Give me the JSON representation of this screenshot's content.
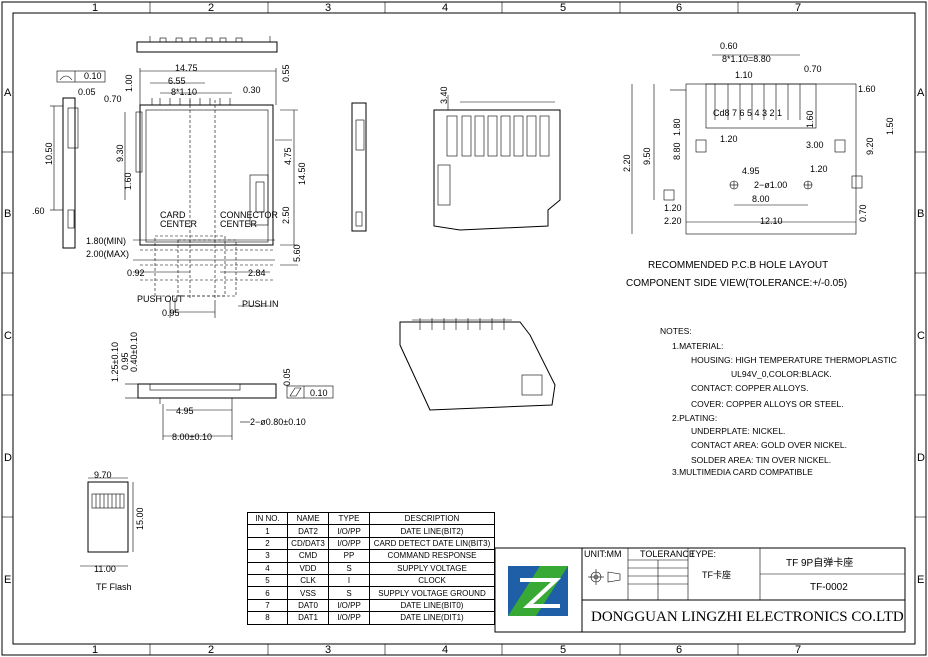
{
  "border": {
    "top_numbers": [
      "1",
      "2",
      "3",
      "4",
      "5",
      "6",
      "7"
    ],
    "bottom_numbers": [
      "1",
      "2",
      "3",
      "4",
      "5",
      "6",
      "7"
    ],
    "side_letters": [
      "A",
      "B",
      "C",
      "D",
      "E"
    ]
  },
  "dims": {
    "top_view": [
      "14.75",
      "6.55",
      "8*1.10",
      "0.30",
      "0.55",
      "1.00",
      "0.70",
      "0.05",
      "0.10",
      "10.50",
      "9.30",
      "1.60",
      ".60",
      "4.75",
      "14.50",
      "2.50",
      "5.60",
      "2.84",
      "0.92",
      "1.80(MIN)",
      "2.00(MAX)",
      "0.95",
      "PUSH OUT",
      "PUSH IN",
      "CARD",
      "CENTER",
      "CONNECTOR",
      "CENTER"
    ],
    "side_view": [
      "1.25±0.10",
      "0.95",
      "0.40±0.10",
      "4.95",
      "8.00±0.10",
      "2−ø0.80±0.10",
      "0.05",
      "0.10"
    ],
    "front_view": [
      "3.40"
    ],
    "pcb": [
      "0.60",
      "8*1.10=8.80",
      "1.10",
      "0.70",
      "1.60",
      "Cd8 7 6 5 4 3 2 1",
      "1.80",
      "1.20",
      "1.60",
      "1.50",
      "8.80",
      "9.50",
      "2.20",
      "3.00",
      "1.20",
      "9.20",
      "4.95",
      "2−ø1.00",
      "8.00",
      "1.20",
      "2.20",
      "12.10",
      "0.70"
    ],
    "tf_card": [
      "9.70",
      "15.00",
      "11.00",
      "TF Flash"
    ]
  },
  "pcb_caption": [
    "RECOMMENDED P.C.B HOLE LAYOUT",
    "COMPONENT SIDE VIEW(TOLERANCE:+/-0.05)"
  ],
  "notes": [
    "NOTES:",
    "1.MATERIAL:",
    "HOUSING: HIGH TEMPERATURE THERMOPLASTIC",
    "UL94V_0,COLOR:BLACK.",
    "CONTACT: COPPER ALLOYS.",
    "COVER: COPPER ALLOYS OR STEEL.",
    "2.PLATING:",
    "UNDERPLATE: NICKEL.",
    "CONTACT AREA: GOLD OVER NICKEL.",
    "SOLDER AREA: TIN OVER NICKEL.",
    "3.MULTIMEDIA CARD COMPATIBLE"
  ],
  "pin_table": {
    "headers": [
      "IN NO.",
      "NAME",
      "TYPE",
      "DESCRIPTION"
    ],
    "rows": [
      [
        "1",
        "DAT2",
        "I/O/PP",
        "DATE LINE(BIT2)"
      ],
      [
        "2",
        "CD/DAT3",
        "I/O/PP",
        "CARD DETECT DATE LIN(BIT3)"
      ],
      [
        "3",
        "CMD",
        "PP",
        "COMMAND RESPONSE"
      ],
      [
        "4",
        "VDD",
        "S",
        "SUPPLY VOLTAGE"
      ],
      [
        "5",
        "CLK",
        "I",
        "CLOCK"
      ],
      [
        "6",
        "VSS",
        "S",
        "SUPPLY VOLTAGE GROUND"
      ],
      [
        "7",
        "DAT0",
        "I/O/PP",
        "DATE LINE(BIT0)"
      ],
      [
        "8",
        "DAT1",
        "I/O/PP",
        "DATE LINE(DIT1)"
      ]
    ]
  },
  "title_block": {
    "unit": "UNIT:MM",
    "tolerance": "TOLERANCE",
    "type_label": "TYPE:",
    "type_value": "TF卡座",
    "title": "TF 9P自弹卡座",
    "part_no": "TF-0002",
    "company": "DONGGUAN LINGZHI ELECTRONICS CO.LTD"
  }
}
